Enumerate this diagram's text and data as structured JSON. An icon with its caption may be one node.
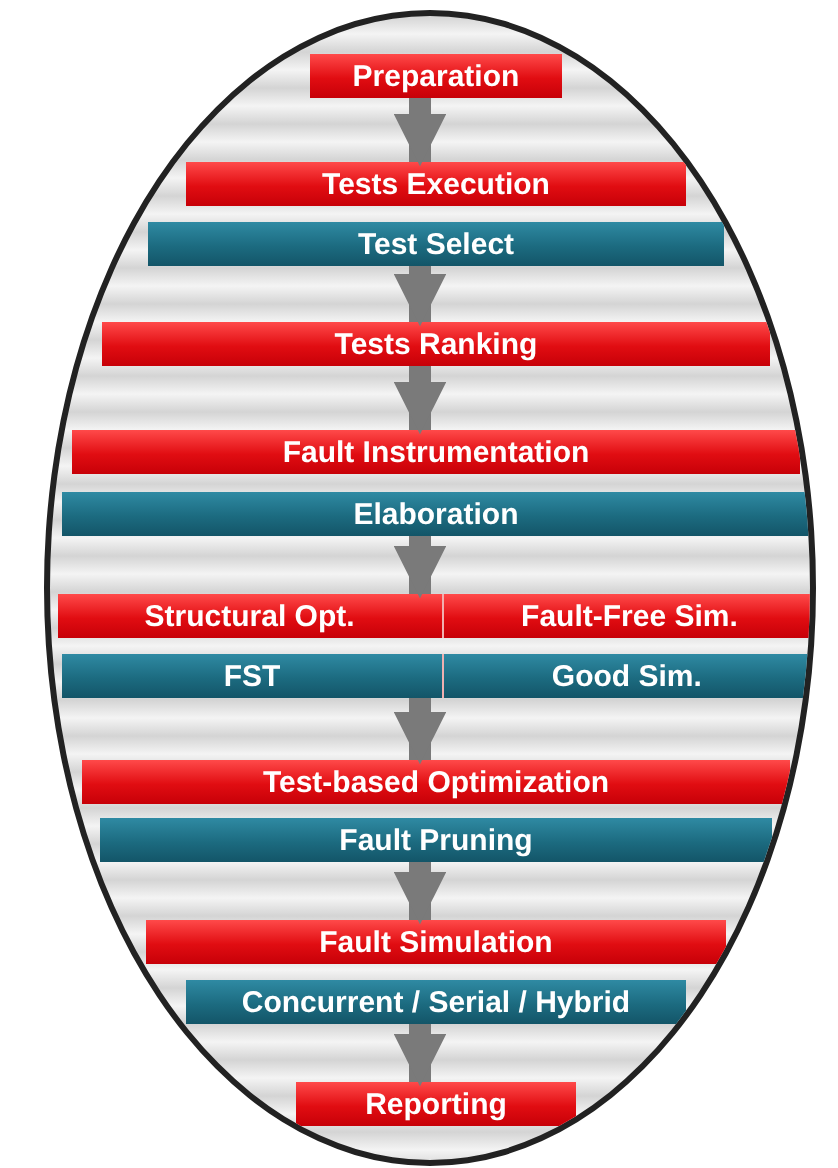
{
  "diagram": {
    "nodes": [
      {
        "text": [
          "Preparation"
        ]
      },
      {
        "text": [
          "Tests Execution"
        ]
      },
      {
        "text": [
          "Test Select"
        ]
      },
      {
        "text": [
          "Tests Ranking"
        ]
      },
      {
        "text": [
          "Fault Instrumentation"
        ]
      },
      {
        "text": [
          "Elaboration"
        ]
      },
      {
        "text": [
          "Structural Opt."
        ]
      },
      {
        "text": [
          "Fault-Free Sim."
        ]
      },
      {
        "text": [
          "FST"
        ]
      },
      {
        "text": [
          "Good Sim."
        ]
      },
      {
        "text": [
          "Test-based Optimization"
        ]
      },
      {
        "text": [
          "Fault Pruning"
        ]
      },
      {
        "text": [
          "Fault Simulation"
        ]
      },
      {
        "text": [
          "Concurrent / Serial / Hybrid"
        ]
      },
      {
        "text": [
          "Reporting"
        ]
      }
    ],
    "edges": [
      {
        "from": 0,
        "to": 1,
        "arrow": "to"
      },
      {
        "from": 2,
        "to": 3,
        "arrow": "to"
      },
      {
        "from": 3,
        "to": 4,
        "arrow": "to"
      },
      {
        "from": 5,
        "to": 6,
        "arrow": "to"
      },
      {
        "from": 5,
        "to": 7,
        "arrow": "to"
      },
      {
        "from": 8,
        "to": 10,
        "arrow": "to"
      },
      {
        "from": 9,
        "to": 10,
        "arrow": "to"
      },
      {
        "from": 11,
        "to": 12,
        "arrow": "to"
      },
      {
        "from": 13,
        "to": 14,
        "arrow": "to"
      }
    ]
  }
}
